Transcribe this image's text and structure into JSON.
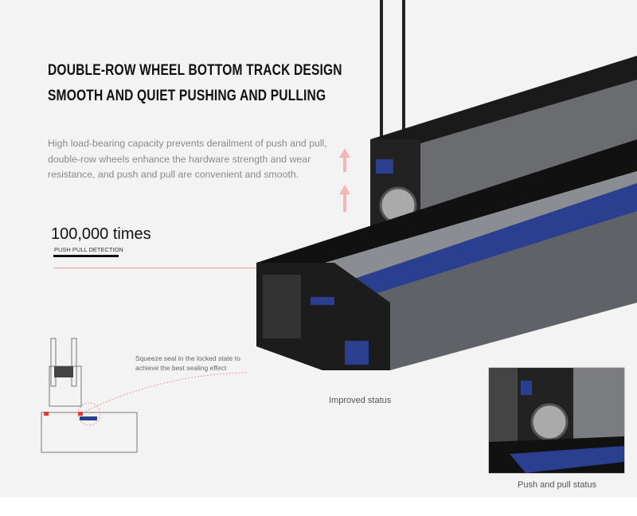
{
  "headline": {
    "line1": "DOUBLE-ROW WHEEL BOTTOM TRACK DESIGN",
    "line2": "SMOOTH AND QUIET PUSHING AND PULLING"
  },
  "description": "High load-bearing capacity prevents derailment of push and pull, double-row wheels enhance the hardware strength and wear resistance, and push and pull are convenient and smooth.",
  "stat": {
    "value": "100,000 times",
    "label": "PUSH PULL DETECTION"
  },
  "diagram_note": "Squeeze seal in the locked state to achieve the best sealing effect",
  "captions": {
    "improved": "Improved status",
    "push_pull": "Push and pull status"
  },
  "colors": {
    "background": "#f3f3f3",
    "accent_blue": "#2a3f8f",
    "accent_red": "#e99999"
  }
}
